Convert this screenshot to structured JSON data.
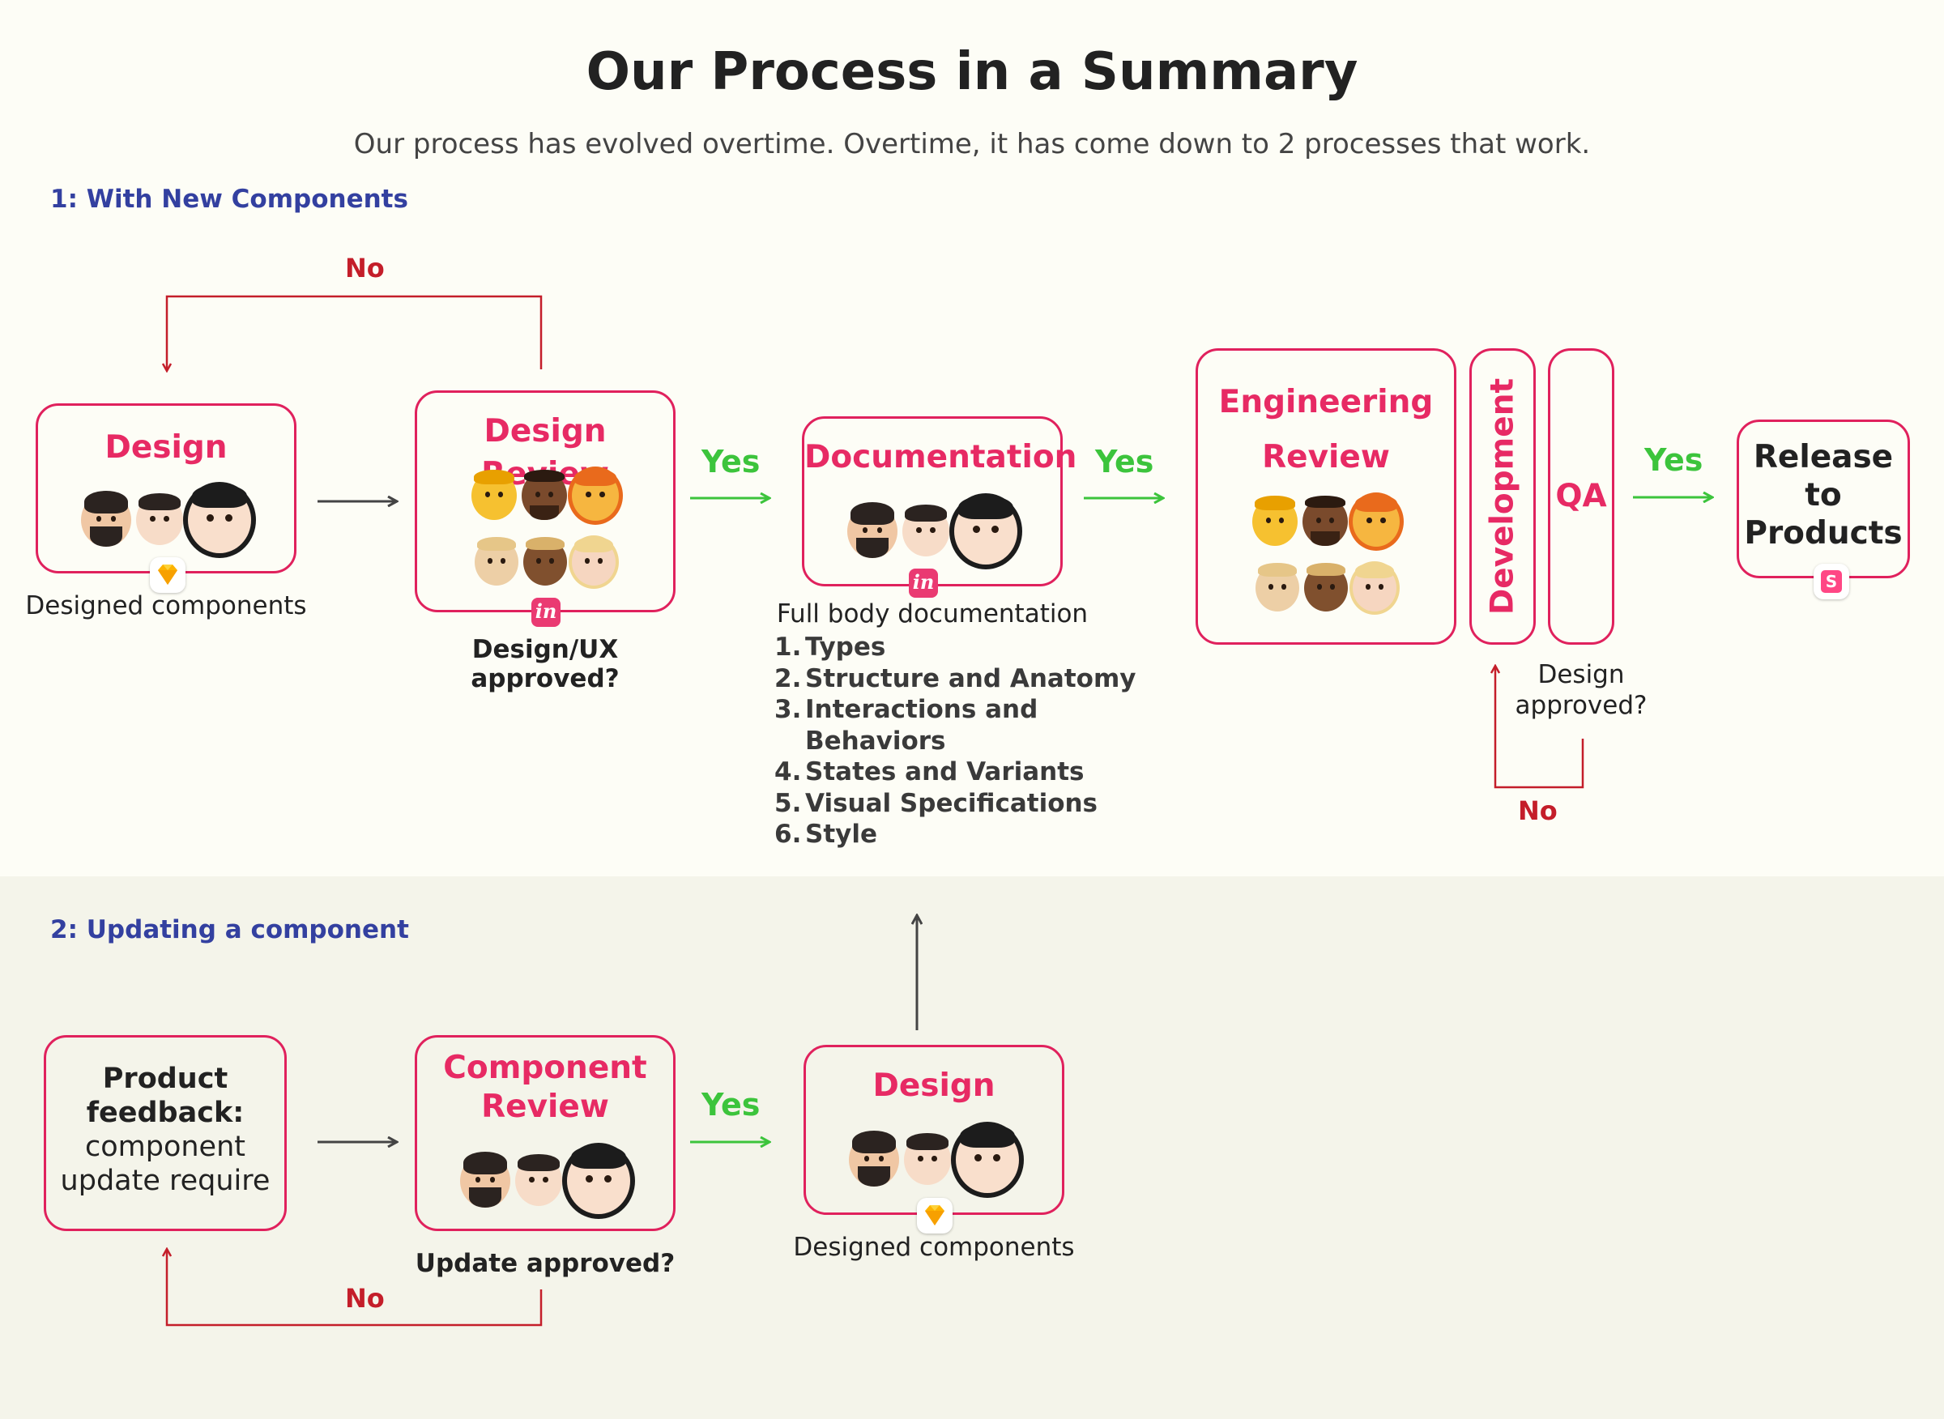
{
  "header": {
    "title": "Our Process in a Summary",
    "subtitle": "Our process has evolved overtime. Overtime, it has come down to 2 processes that work."
  },
  "section1": {
    "label": "1: With New Components",
    "design": {
      "title": "Design",
      "caption": "Designed components"
    },
    "design_review": {
      "title": "Design Review",
      "caption": "Design/UX approved?",
      "badge": "in"
    },
    "loop_no": "No",
    "yes1": "Yes",
    "documentation": {
      "title": "Documentation",
      "badge": "in",
      "caption": "Full body documentation",
      "items": [
        {
          "num": "1.",
          "text": "Types"
        },
        {
          "num": "2.",
          "text": "Structure and Anatomy"
        },
        {
          "num": "3.",
          "text": "Interactions and"
        },
        {
          "num": "",
          "text": "Behaviors"
        },
        {
          "num": "4.",
          "text": "States and Variants"
        },
        {
          "num": "5.",
          "text": "Visual Specifications"
        },
        {
          "num": "6.",
          "text": "Style"
        }
      ]
    },
    "yes2": "Yes",
    "engineering_review": {
      "title_line1": "Engineering",
      "title_line2": "Review"
    },
    "development": "Development",
    "qa": "QA",
    "design_approved_line1": "Design",
    "design_approved_line2": "approved?",
    "dev_no": "No",
    "yes3": "Yes",
    "release": {
      "line1": "Release",
      "line2": "to",
      "line3": "Products",
      "badge": "S"
    }
  },
  "section2": {
    "label": "2: Updating a component",
    "product_feedback": {
      "line1": "Product",
      "line2": "feedback:",
      "line3": "component",
      "line4": "update require"
    },
    "component_review": {
      "line1": "Component",
      "line2": "Review",
      "caption": "Update approved?"
    },
    "yes": "Yes",
    "design": {
      "title": "Design",
      "caption": "Designed components"
    },
    "loop_no": "No"
  },
  "colors": {
    "accent_pink": "#e72a64",
    "yes_green": "#3cc43c",
    "no_red": "#c41e2a",
    "section_blue": "#3340a0"
  },
  "icons": {
    "sketch": "sketch-diamond-icon",
    "invision": "invision-logo-icon",
    "storybook": "storybook-logo-icon"
  }
}
